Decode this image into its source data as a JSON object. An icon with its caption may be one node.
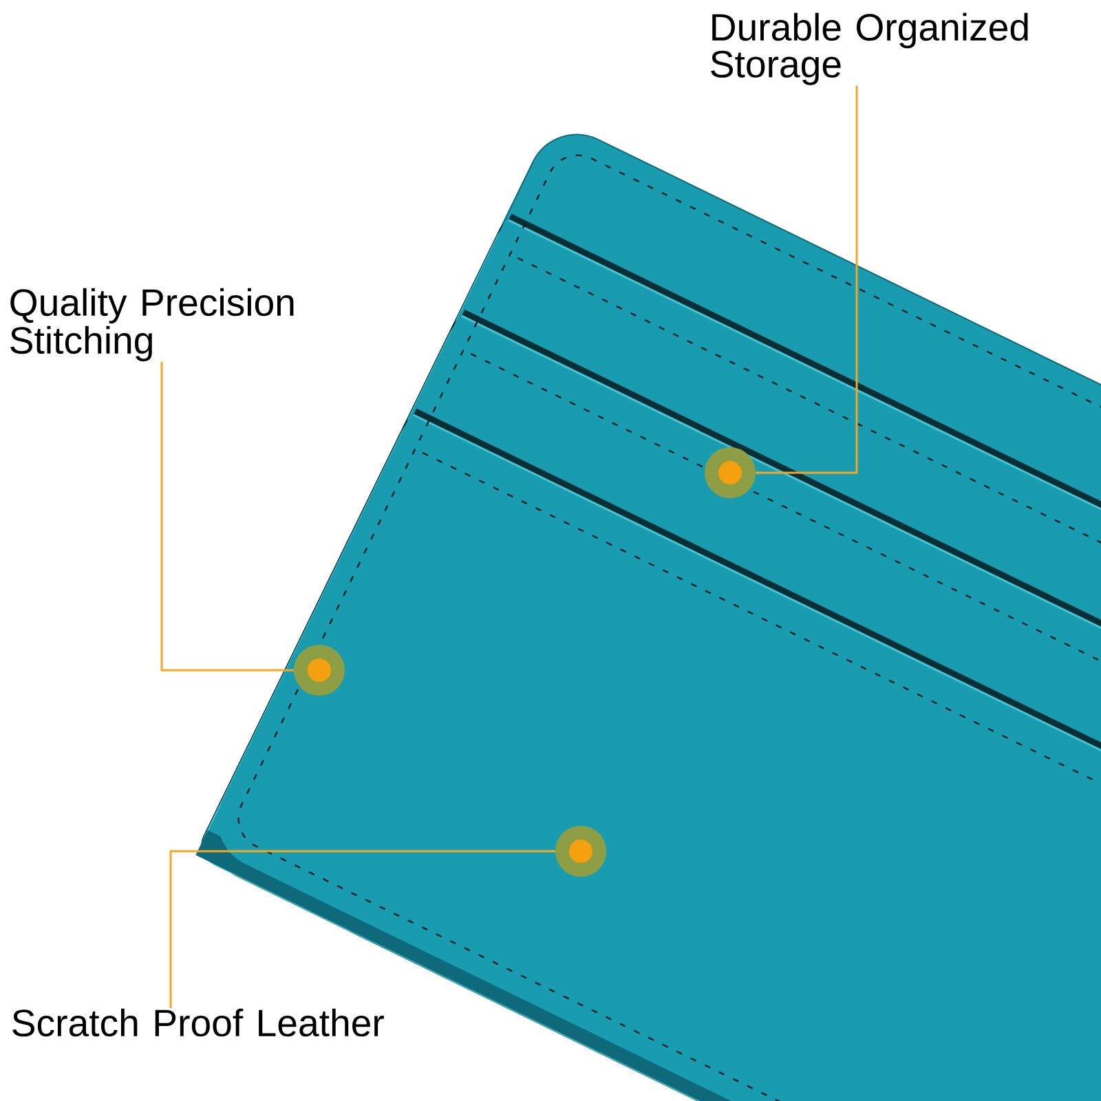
{
  "diagram": {
    "nodes": [
      {
        "text": [
          "Durable Organized Storage"
        ]
      },
      {
        "text": [
          "Quality Precision Stitching"
        ]
      },
      {
        "text": [
          "Scratch Proof Leather"
        ]
      },
      {
        "text": [],
        "shape": "circle"
      },
      {
        "text": [],
        "shape": "circle"
      },
      {
        "text": [],
        "shape": "circle"
      }
    ],
    "edges": [
      {
        "from": 0,
        "to": 3,
        "arrow": "none"
      },
      {
        "from": 1,
        "to": 4,
        "arrow": "none"
      },
      {
        "from": 2,
        "to": 5,
        "arrow": "none"
      }
    ]
  }
}
